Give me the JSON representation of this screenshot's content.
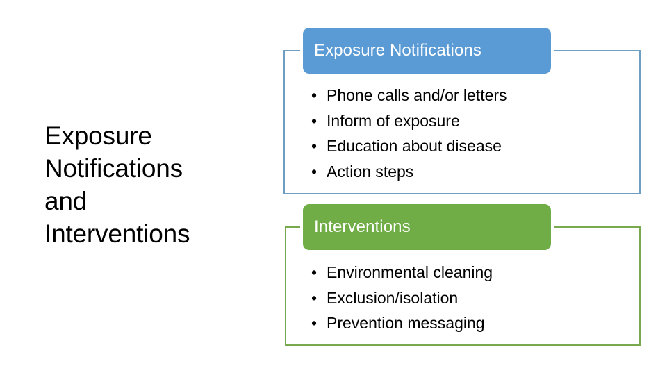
{
  "slide": {
    "title": "Exposure\nNotifications\nand\nInterventions",
    "background_color": "#FFFFFF"
  },
  "groups": [
    {
      "id": "exposure-notifications",
      "banner_label": "Exposure Notifications",
      "banner_color": "#5B9BD5",
      "outline_color": "#6E9FC3",
      "bullets": [
        "Phone calls and/or letters",
        "Inform of exposure",
        "Education about disease",
        "Action steps"
      ]
    },
    {
      "id": "interventions",
      "banner_label": "Interventions",
      "banner_color": "#70AD47",
      "outline_color": "#79A94E",
      "bullets": [
        "Environmental cleaning",
        "Exclusion/isolation",
        "Prevention messaging"
      ]
    }
  ]
}
